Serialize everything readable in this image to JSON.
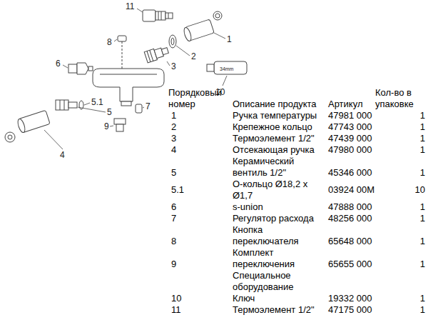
{
  "diagram": {
    "labels": [
      "11",
      "8",
      "6",
      "1",
      "2",
      "3",
      "10",
      "34mm",
      "5.1",
      "5",
      "9",
      "7",
      "4",
      "Порядковый номер",
      "Описание продукта",
      "Артикул",
      "Кол-во в упаковке",
      "1",
      "Ручка температуры",
      "47981 000",
      "1",
      "2",
      "Крепежное кольцо",
      "47743 000",
      "1",
      "3",
      "Термоэлемент 1/2\"",
      "47439 000",
      "1",
      "4",
      "Отсекающая ручка",
      "47980 000",
      "1",
      "5",
      "Керамический вентиль 1/2\"",
      "45346 000",
      "1",
      "5.1",
      "О-кольцо Ø18,2 x Ø1,7",
      "03924 00M",
      "10",
      "6",
      "s-union",
      "47888 000",
      "1",
      "7",
      "Регулятор расхода",
      "48256 000",
      "1",
      "8",
      "Кнопка переключателя",
      "65648 000",
      "1",
      "9",
      "Комплект переключения",
      "65655 000",
      "1",
      "Специальное оборудование",
      "10",
      "Ключ",
      "19332 000",
      "1",
      "11",
      "Термоэлемент 1/2\"",
      "47175 000",
      "1"
    ]
  }
}
